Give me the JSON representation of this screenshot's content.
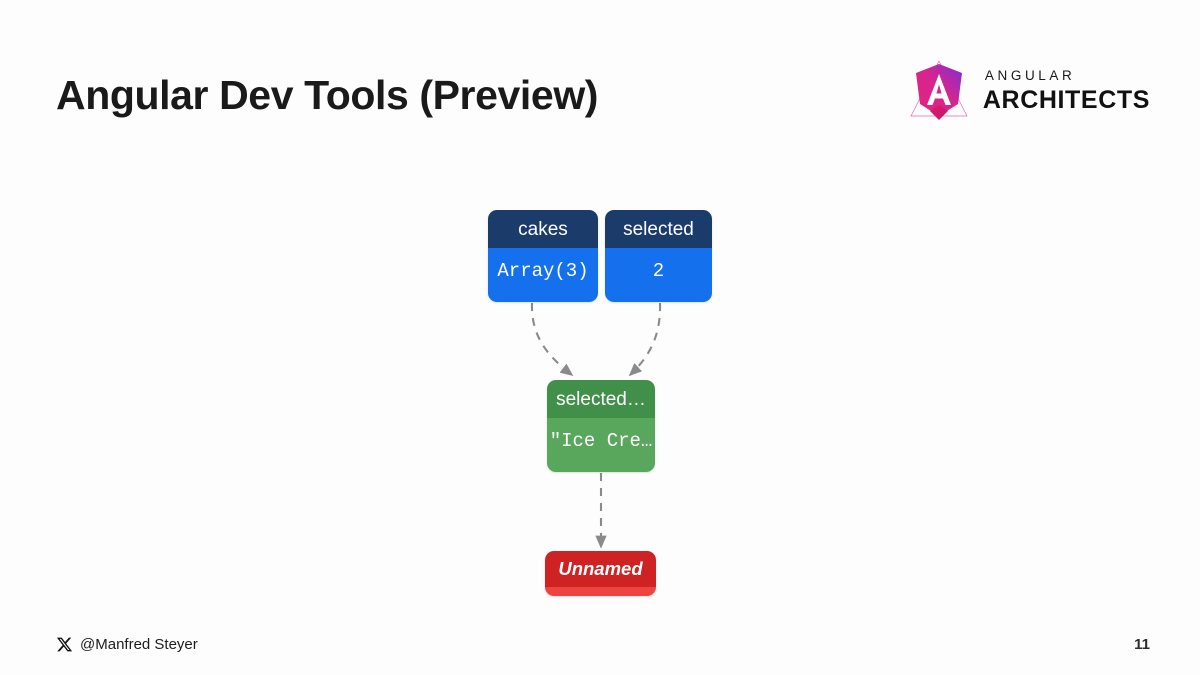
{
  "slide": {
    "title": "Angular Dev Tools (Preview)",
    "page_number": "11",
    "background_color": "#fdfdfd"
  },
  "brand": {
    "top_line": "ANGULAR",
    "bottom_line": "ARCHITECTS",
    "mark_icon": "angular-shield-icon",
    "gradient_from": "#e5237f",
    "gradient_to": "#7b2fd6"
  },
  "footer": {
    "social_icon": "x-twitter-icon",
    "handle": "@Manfred Steyer"
  },
  "graph": {
    "nodes": [
      {
        "id": "cakes",
        "header": "cakes",
        "value": "Array(3)",
        "kind": "signal",
        "header_color": "#1b3c6b",
        "body_color": "#1570ed"
      },
      {
        "id": "selected",
        "header": "selected",
        "value": "2",
        "kind": "signal",
        "header_color": "#1b3c6b",
        "body_color": "#1570ed"
      },
      {
        "id": "selected-cake",
        "header": "selected…",
        "value": "\"Ice Cre…",
        "kind": "computed",
        "header_color": "#41904a",
        "body_color": "#59a65d"
      },
      {
        "id": "unnamed",
        "header": "Unnamed",
        "value": "",
        "kind": "effect",
        "header_color": "#cf2222",
        "body_color": "#ec4440"
      }
    ],
    "edges": [
      {
        "from": "cakes",
        "to": "selected-cake",
        "style": "dashed",
        "color": "#8a8a8a"
      },
      {
        "from": "selected",
        "to": "selected-cake",
        "style": "dashed",
        "color": "#8a8a8a"
      },
      {
        "from": "selected-cake",
        "to": "unnamed",
        "style": "dashed",
        "color": "#8a8a8a"
      }
    ]
  }
}
